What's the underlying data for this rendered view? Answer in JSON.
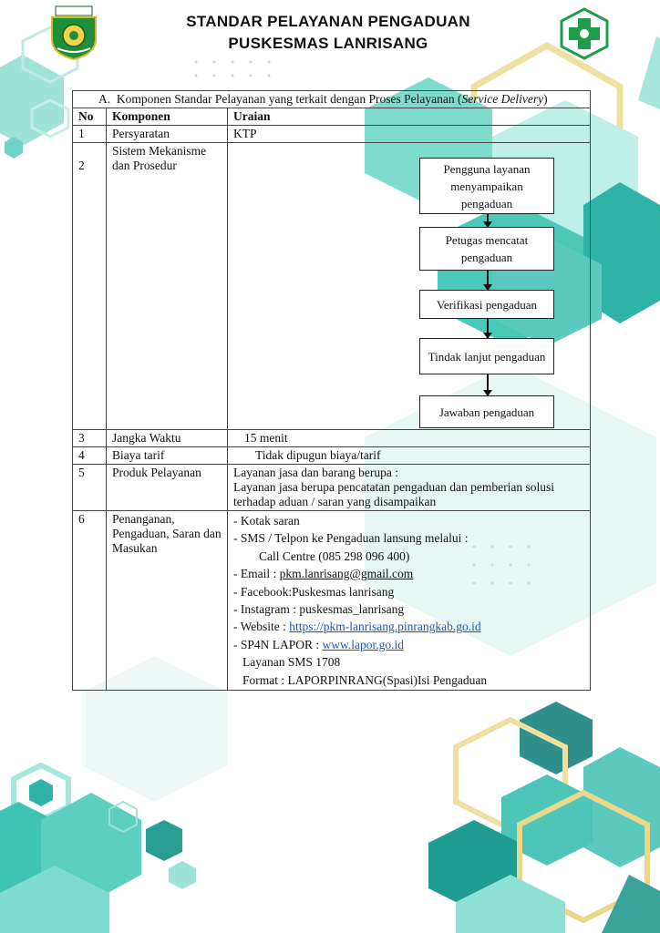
{
  "header": {
    "title_line1": "STANDAR PELAYANAN PENGADUAN",
    "title_line2": "PUSKESMAS LANRISANG",
    "left_logo": "kabupaten-crest",
    "right_logo": "puskesmas-green-cross",
    "colors": {
      "teal": "#5fd3c4",
      "dark_teal": "#3aa39a",
      "green": "#1e9e4a",
      "gold": "#e9d88a"
    }
  },
  "section": {
    "letter": "A.",
    "title": "Komponen Standar Pelayanan yang terkait dengan Proses Pelayanan (",
    "title_italic": "Service Delivery",
    "title_close": ")"
  },
  "columns": {
    "no": "No",
    "komponen": "Komponen",
    "uraian": "Uraian"
  },
  "rows": {
    "r1": {
      "no": "1",
      "komponen": "Persyaratan",
      "uraian": "KTP"
    },
    "r2": {
      "no": "2",
      "komponen": "Sistem Mekanisme dan Prosedur"
    },
    "r3": {
      "no": "3",
      "komponen": "Jangka Waktu",
      "uraian": "15 menit"
    },
    "r4": {
      "no": "4",
      "komponen": "Biaya tarif",
      "uraian": "Tidak dipugun biaya/tarif"
    },
    "r5": {
      "no": "5",
      "komponen": "Produk Pelayanan",
      "uraian_l1": "Layanan jasa dan barang berupa :",
      "uraian_l2": "Layanan jasa berupa pencatatan pengaduan dan pemberian solusi terhadap aduan / saran yang disampaikan"
    },
    "r6": {
      "no": "6",
      "komponen": "Penanganan, Pengaduan, Saran dan Masukan",
      "items": {
        "kotak": "-  Kotak saran",
        "sms": "-  SMS / Telpon ke Pengaduan lansung melalui :",
        "call": "Call Centre  (085 298 096 400)",
        "email_label": "-  Email : ",
        "email": "pkm.lanrisang@gmail.com",
        "facebook": "-  Facebook:Puskesmas lanrisang",
        "instagram": "-  Instagram : puskesmas_lanrisang",
        "website_label": "-  Website : ",
        "website": "https://pkm-lanrisang.pinrangkab.go.id",
        "lapor_label": "-  SP4N LAPOR : ",
        "lapor": "www.lapor.go.id",
        "sms1708": "Layanan SMS 1708",
        "format": "Format : LAPORPINRANG(Spasi)Isi Pengaduan"
      }
    }
  },
  "flow": {
    "steps": [
      "Pengguna layanan menyampaikan pengaduan",
      "Petugas mencatat pengaduan",
      "Verifikasi pengaduan",
      "Tindak lanjut pengaduan",
      "Jawaban pengaduan"
    ]
  }
}
